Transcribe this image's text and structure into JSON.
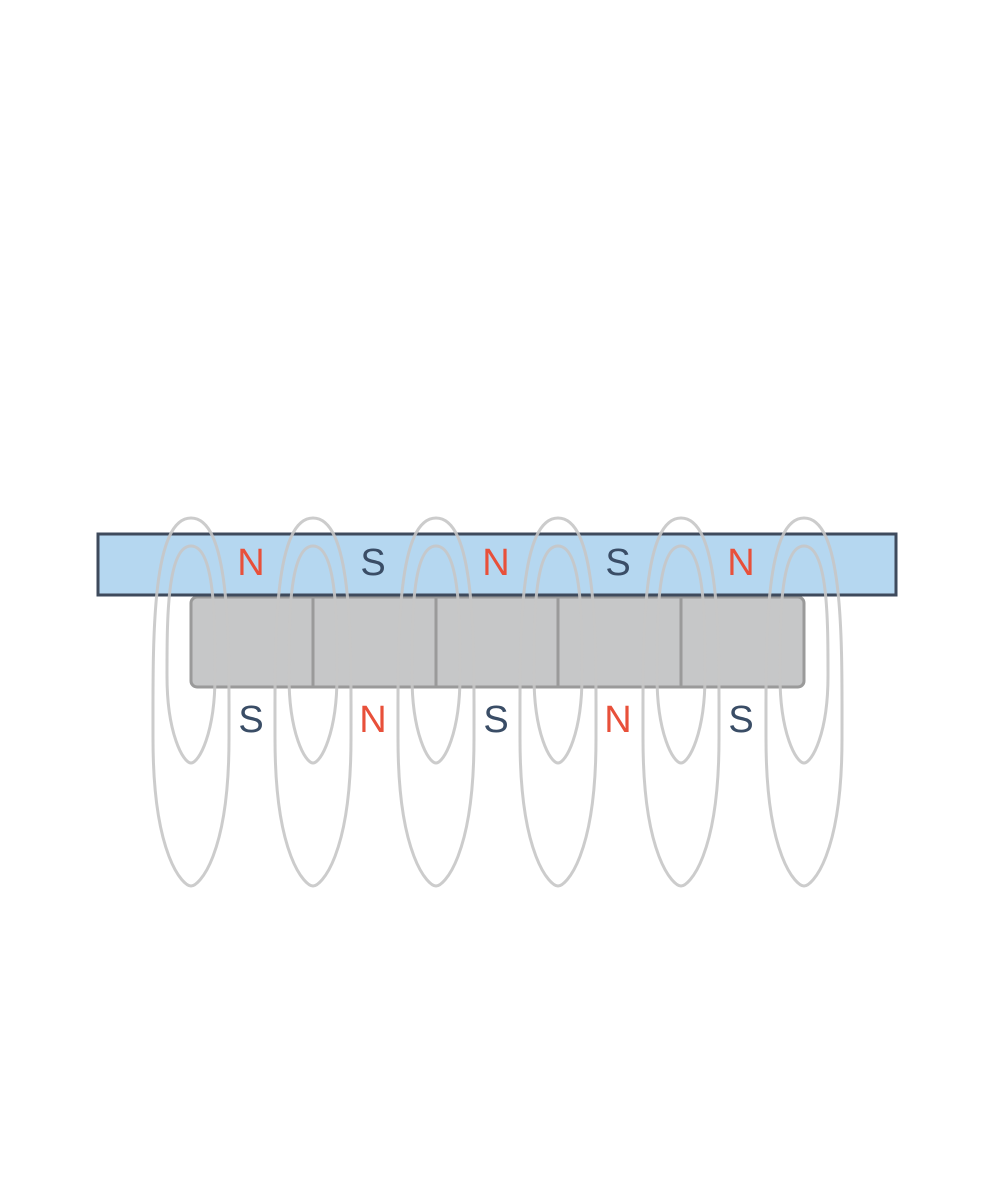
{
  "colors": {
    "north": "#e8503a",
    "south": "#3a4d66",
    "top_strip_fill": "#b5d7f0",
    "top_strip_stroke": "#3e4a5c",
    "magnet_fill": "#c6c7c8",
    "magnet_stroke": "#9a9a9a",
    "field_line": "#c6c6c6"
  },
  "top_poles": [
    "N",
    "S",
    "N",
    "S",
    "N"
  ],
  "bottom_poles": [
    "S",
    "N",
    "S",
    "N",
    "S"
  ]
}
